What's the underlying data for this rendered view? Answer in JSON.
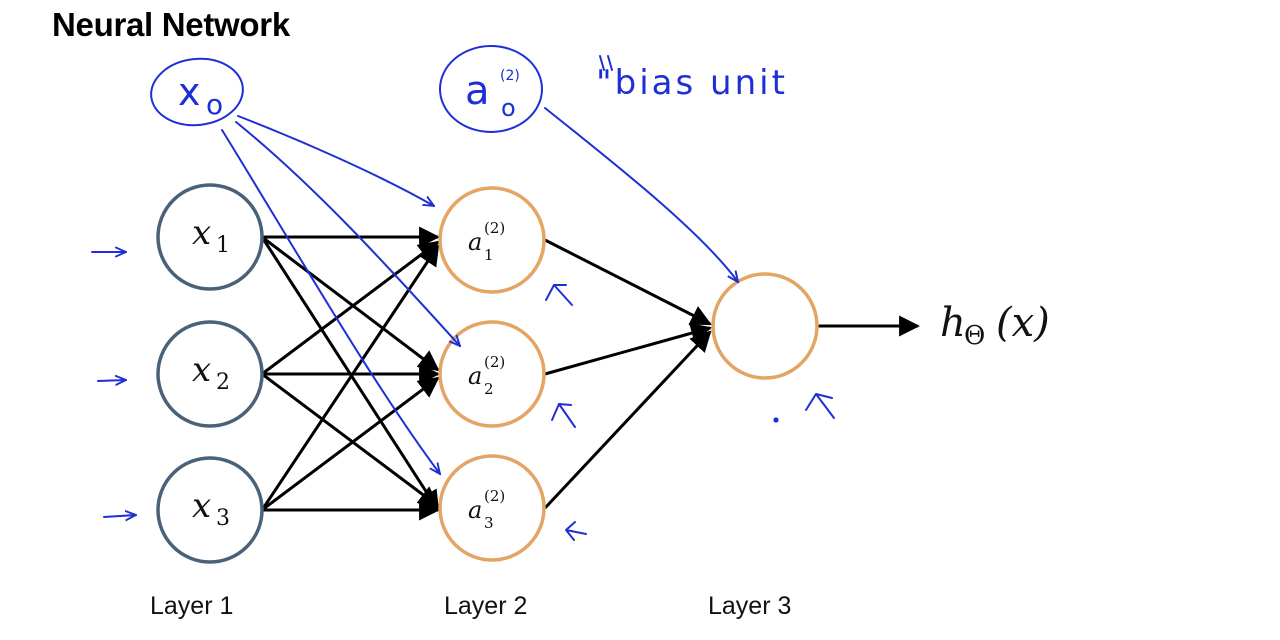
{
  "title": "Neural Network",
  "layers": [
    {
      "label": "Layer 1",
      "nodes": [
        {
          "var": "x",
          "sub": "1"
        },
        {
          "var": "x",
          "sub": "2"
        },
        {
          "var": "x",
          "sub": "3"
        }
      ]
    },
    {
      "label": "Layer 2",
      "nodes": [
        {
          "var": "a",
          "sup": "(2)",
          "sub": "1"
        },
        {
          "var": "a",
          "sup": "(2)",
          "sub": "2"
        },
        {
          "var": "a",
          "sup": "(2)",
          "sub": "3"
        }
      ]
    },
    {
      "label": "Layer 3"
    }
  ],
  "output": {
    "h": "h",
    "theta": "Θ",
    "arg": "(x)"
  },
  "annotations": {
    "bias_input": {
      "var": "x",
      "sub": "o"
    },
    "bias_hidden": {
      "var": "a",
      "sup": "(2)",
      "sub": "o"
    },
    "bias_note": "\"bias unit"
  },
  "colors": {
    "input_node": "#4a6178",
    "hidden_node": "#e3a464",
    "ink": "#1f2fd6",
    "edge": "#000000"
  }
}
